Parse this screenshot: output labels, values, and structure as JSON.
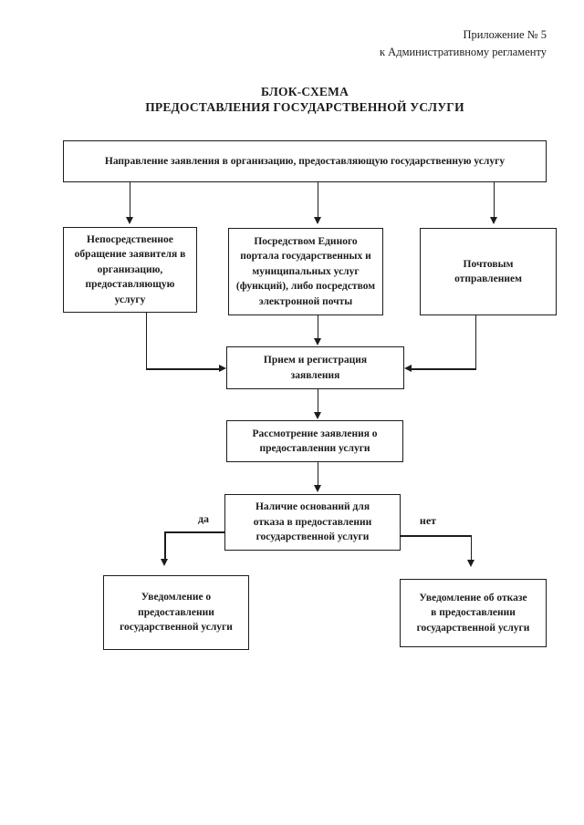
{
  "page": {
    "header": "Приложение № 5\nк Административному регламенту",
    "title": "БЛОК-СХЕМА\nПРЕДОСТАВЛЕНИЯ ГОСУДАРСТВЕННОЙ УСЛУГИ"
  },
  "nodes": {
    "start": "Направление заявления в организацию, предоставляющую государственную услугу",
    "direct": "Непосредственное\nобращение заявителя в\nорганизацию,\nпредоставляющую\nуслугу",
    "portal": "Посредством Единого\nпортала государственных и\nмуниципальных услуг\n(функций), либо посредством\nэлектронной почты",
    "mail": "Почтовым\nотправлением",
    "reception": "Прием и регистрация\nзаявления",
    "review": "Рассмотрение заявления о\nпредоставлении услуги",
    "decision": "Наличие оснований для\nотказа в предоставлении\nгосударственной услуги",
    "notice_grant": "Уведомление о\nпредоставлении\nгосударственной услуги",
    "notice_refuse": "Уведомление об отказе\nв предоставлении\nгосударственной услуги"
  },
  "edge_labels": {
    "yes": "да",
    "no": "нет"
  },
  "colors": {
    "ink": "#1c1c1c",
    "background": "#ffffff"
  }
}
